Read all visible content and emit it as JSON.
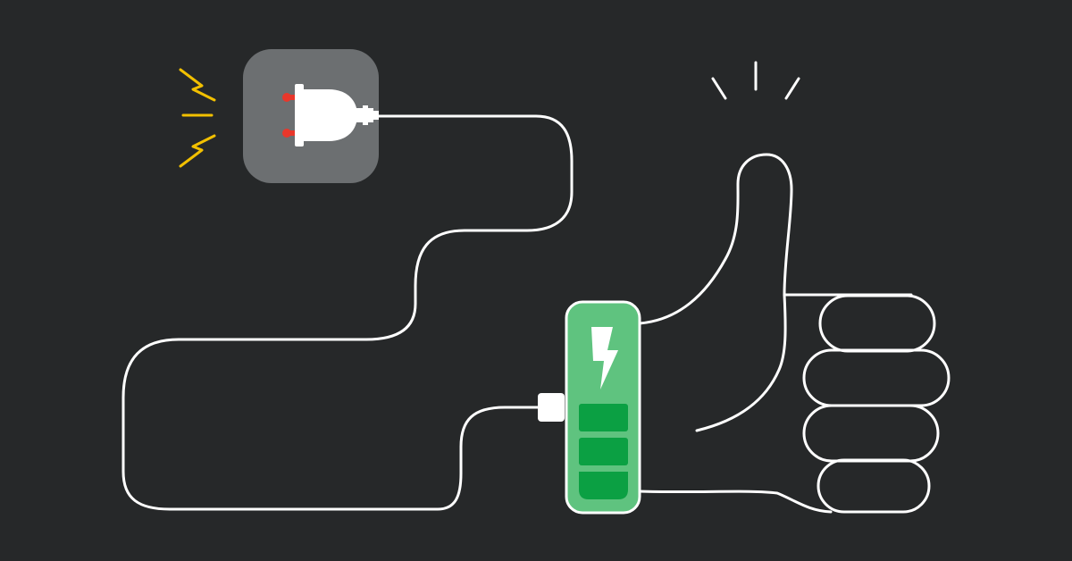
{
  "colors": {
    "background": "#262829",
    "line": "#ffffff",
    "plug_tile": "#6c6f71",
    "plug_pins": "#e8372b",
    "sparks": "#f2c000",
    "battery_body": "#5fc37f",
    "battery_cells": "#0ba043",
    "bolt": "#ffffff"
  },
  "icons": [
    "plug-icon",
    "spark-icon",
    "battery-icon",
    "lightning-bolt-icon",
    "thumbs-up-hand"
  ],
  "battery": {
    "charge_level": 1.0,
    "cells_filled": 3,
    "cells_total": 3
  }
}
